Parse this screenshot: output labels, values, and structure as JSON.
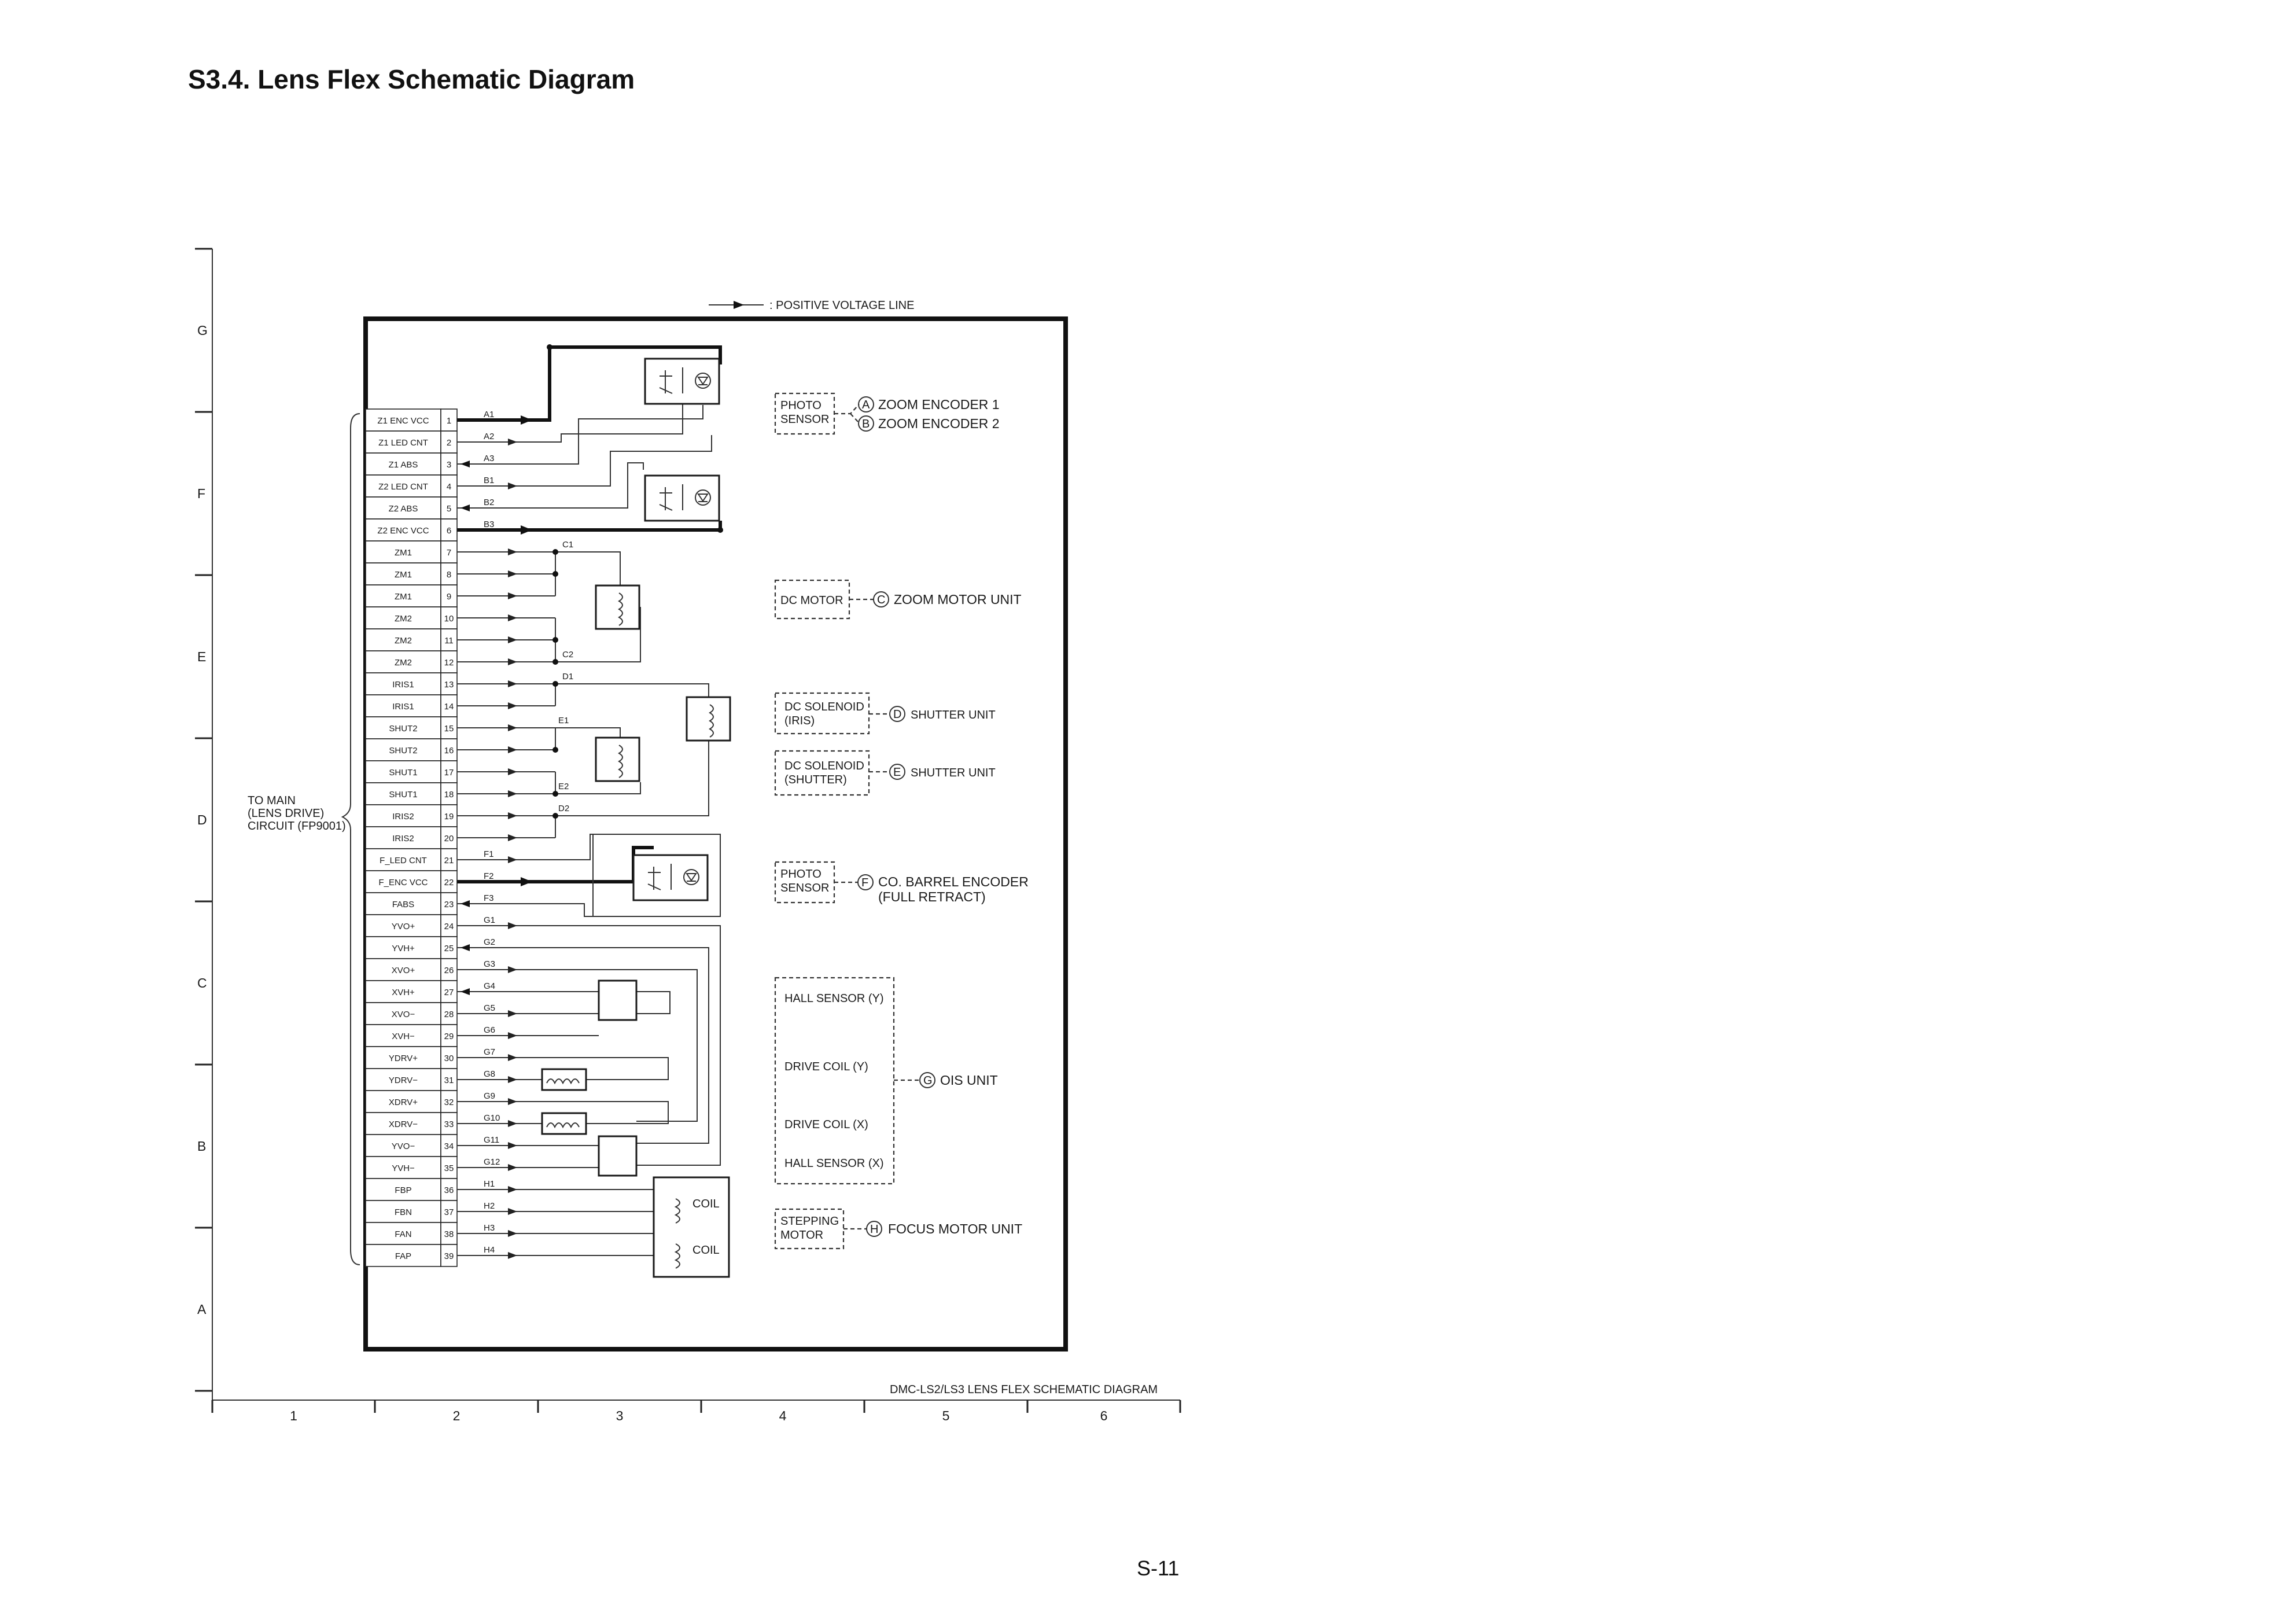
{
  "header": {
    "title": "S3.4. Lens Flex Schematic Diagram"
  },
  "footer": {
    "page_number": "S-11"
  },
  "diagram": {
    "legend": ": POSITIVE VOLTAGE LINE",
    "caption": "DMC-LS2/LS3  LENS FLEX SCHEMATIC DIAGRAM",
    "to_main": [
      "TO MAIN",
      "(LENS DRIVE)",
      "CIRCUIT (FP9001)"
    ],
    "grid_rows": [
      "G",
      "F",
      "E",
      "D",
      "C",
      "B",
      "A"
    ],
    "grid_cols": [
      "1",
      "2",
      "3",
      "4",
      "5",
      "6"
    ],
    "pins": [
      {
        "n": "1",
        "name": "Z1 ENC VCC",
        "sig": "A1"
      },
      {
        "n": "2",
        "name": "Z1 LED CNT",
        "sig": "A2"
      },
      {
        "n": "3",
        "name": "Z1 ABS",
        "sig": "A3"
      },
      {
        "n": "4",
        "name": "Z2 LED CNT",
        "sig": "B1"
      },
      {
        "n": "5",
        "name": "Z2 ABS",
        "sig": "B2"
      },
      {
        "n": "6",
        "name": "Z2 ENC VCC",
        "sig": "B3"
      },
      {
        "n": "7",
        "name": "ZM1",
        "sig": ""
      },
      {
        "n": "8",
        "name": "ZM1",
        "sig": ""
      },
      {
        "n": "9",
        "name": "ZM1",
        "sig": ""
      },
      {
        "n": "10",
        "name": "ZM2",
        "sig": ""
      },
      {
        "n": "11",
        "name": "ZM2",
        "sig": ""
      },
      {
        "n": "12",
        "name": "ZM2",
        "sig": ""
      },
      {
        "n": "13",
        "name": "IRIS1",
        "sig": ""
      },
      {
        "n": "14",
        "name": "IRIS1",
        "sig": ""
      },
      {
        "n": "15",
        "name": "SHUT2",
        "sig": ""
      },
      {
        "n": "16",
        "name": "SHUT2",
        "sig": ""
      },
      {
        "n": "17",
        "name": "SHUT1",
        "sig": ""
      },
      {
        "n": "18",
        "name": "SHUT1",
        "sig": ""
      },
      {
        "n": "19",
        "name": "IRIS2",
        "sig": ""
      },
      {
        "n": "20",
        "name": "IRIS2",
        "sig": ""
      },
      {
        "n": "21",
        "name": "F_LED CNT",
        "sig": "F1"
      },
      {
        "n": "22",
        "name": "F_ENC VCC",
        "sig": "F2"
      },
      {
        "n": "23",
        "name": "FABS",
        "sig": "F3"
      },
      {
        "n": "24",
        "name": "YVO+",
        "sig": "G1"
      },
      {
        "n": "25",
        "name": "YVH+",
        "sig": "G2"
      },
      {
        "n": "26",
        "name": "XVO+",
        "sig": "G3"
      },
      {
        "n": "27",
        "name": "XVH+",
        "sig": "G4"
      },
      {
        "n": "28",
        "name": "XVO−",
        "sig": "G5"
      },
      {
        "n": "29",
        "name": "XVH−",
        "sig": "G6"
      },
      {
        "n": "30",
        "name": "YDRV+",
        "sig": "G7"
      },
      {
        "n": "31",
        "name": "YDRV−",
        "sig": "G8"
      },
      {
        "n": "32",
        "name": "XDRV+",
        "sig": "G9"
      },
      {
        "n": "33",
        "name": "XDRV−",
        "sig": "G10"
      },
      {
        "n": "34",
        "name": "YVO−",
        "sig": "G11"
      },
      {
        "n": "35",
        "name": "YVH−",
        "sig": "G12"
      },
      {
        "n": "36",
        "name": "FBP",
        "sig": "H1"
      },
      {
        "n": "37",
        "name": "FBN",
        "sig": "H2"
      },
      {
        "n": "38",
        "name": "FAN",
        "sig": "H3"
      },
      {
        "n": "39",
        "name": "FAP",
        "sig": "H4"
      }
    ],
    "junction_labels": {
      "c1": "C1",
      "c2": "C2",
      "d1": "D1",
      "e1": "E1",
      "e2": "E2",
      "d2": "D2"
    },
    "blocks": {
      "photo_sensor_1": [
        "PHOTO",
        "SENSOR"
      ],
      "dc_motor": "DC MOTOR",
      "dc_solenoid_iris": [
        "DC SOLENOID",
        "(IRIS)"
      ],
      "dc_solenoid_shutter": [
        "DC SOLENOID",
        "(SHUTTER)"
      ],
      "photo_sensor_2": [
        "PHOTO",
        "SENSOR"
      ],
      "ois_hall_y": "HALL SENSOR (Y)",
      "ois_drive_y": "DRIVE COIL (Y)",
      "ois_drive_x": "DRIVE COIL (X)",
      "ois_hall_x": "HALL SENSOR (X)",
      "stepping_motor": [
        "STEPPING",
        "MOTOR"
      ],
      "coil_1": "COIL",
      "coil_2": "COIL"
    },
    "units": {
      "a": {
        "letter": "A",
        "label": "ZOOM ENCODER 1"
      },
      "b": {
        "letter": "B",
        "label": "ZOOM ENCODER 2"
      },
      "c": {
        "letter": "C",
        "label": "ZOOM MOTOR UNIT"
      },
      "d": {
        "letter": "D",
        "label": "SHUTTER UNIT"
      },
      "e": {
        "letter": "E",
        "label": "SHUTTER UNIT"
      },
      "f": {
        "letter": "F",
        "label": [
          "CO. BARREL ENCODER",
          "(FULL RETRACT)"
        ]
      },
      "g": {
        "letter": "G",
        "label": "OIS UNIT"
      },
      "h": {
        "letter": "H",
        "label": "FOCUS MOTOR UNIT"
      }
    }
  }
}
